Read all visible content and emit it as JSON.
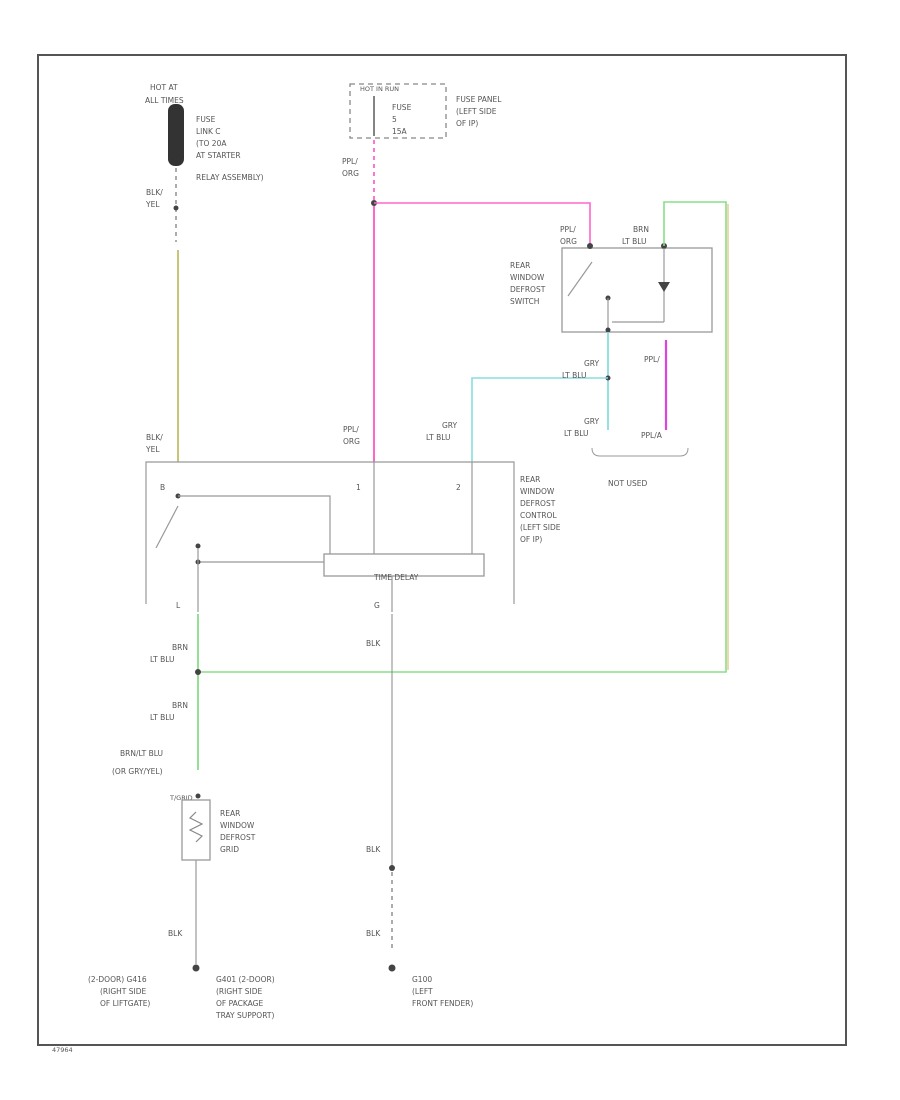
{
  "colors": {
    "pink": "#ff66cc",
    "green": "#88dd88",
    "tan": "#e8c890",
    "cyan": "#88dde0",
    "olive": "#c8c47a",
    "magenta": "#dd44dd",
    "line": "#999999"
  },
  "power": {
    "hot_at_all_times": [
      "HOT AT",
      "ALL TIMES"
    ],
    "fuse_link": [
      "FUSE",
      "LINK C",
      "(TO 20A",
      "AT STARTER",
      "RELAY ASSEMBLY)"
    ],
    "hot_in_run": "HOT IN RUN",
    "fuse_box": [
      "FUSE",
      "5",
      "15A"
    ],
    "fuse_panel": [
      "FUSE PANEL",
      "(LEFT SIDE",
      "OF IP)"
    ]
  },
  "wires": {
    "blk_yel_top": [
      "BLK/",
      "YEL"
    ],
    "ppl_org_top": [
      "PPL/",
      "ORG"
    ],
    "ppl_org_switch": [
      "PPL/",
      "ORG"
    ],
    "brn_ltblu_switch": [
      "BRN",
      "LT BLU"
    ],
    "gry_ltblu_switch": [
      "GRY",
      "LT BLU"
    ],
    "ppl_nu": "PPL/",
    "gry_ltblu_nu": [
      "GRY",
      "LT BLU"
    ],
    "ppl_nu2": "PPL/A",
    "blk_yel_control": [
      "BLK/",
      "YEL"
    ],
    "ppl_org_control": [
      "PPL/",
      "ORG"
    ],
    "gry_ltblu_control": [
      "GRY",
      "LT BLU"
    ],
    "brn_ltblu_mid": [
      "BRN",
      "LT BLU"
    ],
    "brn_ltblu_low": [
      "BRN",
      "LT BLU"
    ],
    "brn_ltblu_grid": [
      "BRN/LT BLU",
      "(OR GRY/YEL)"
    ],
    "blk_delay": "BLK",
    "blk_ground1": "BLK",
    "blk_ground2": "BLK",
    "blk_grid_ground": "BLK"
  },
  "switch": {
    "title": [
      "REAR",
      "WINDOW",
      "DEFROST",
      "SWITCH"
    ]
  },
  "not_used": "NOT USED",
  "control": {
    "title": [
      "REAR",
      "WINDOW",
      "DEFROST",
      "CONTROL",
      "(LEFT SIDE",
      "OF IP)"
    ],
    "time_delay": "TIME DELAY",
    "pin_b": "B",
    "pin_1": "1",
    "pin_2": "2",
    "pin_l": "L",
    "pin_g": "G"
  },
  "grid": {
    "title": [
      "REAR",
      "WINDOW",
      "DEFROST",
      "GRID"
    ],
    "tag": "T/GRID"
  },
  "grounds": {
    "g1": [
      "(2-DOOR)    G416",
      "(RIGHT SIDE",
      "OF LIFTGATE)"
    ],
    "g2": [
      "G401   (2-DOOR)",
      "(RIGHT SIDE",
      "OF PACKAGE",
      "TRAY SUPPORT)"
    ],
    "g3": [
      "G100",
      "(LEFT",
      "FRONT FENDER)"
    ]
  },
  "figure_id": "47964"
}
